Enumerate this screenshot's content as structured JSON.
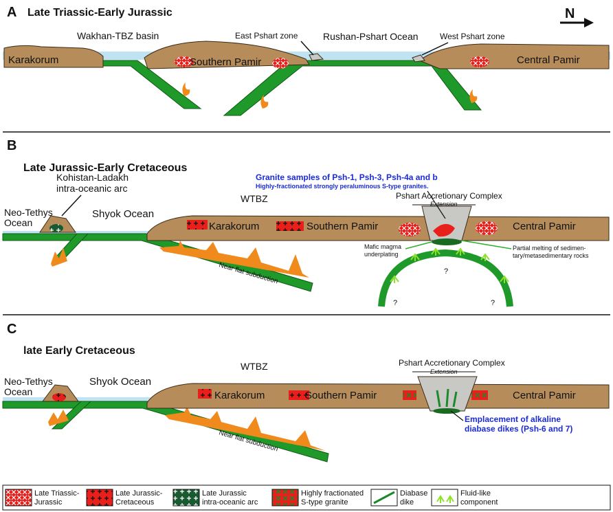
{
  "north_arrow": "N",
  "panels": {
    "a": {
      "letter": "A",
      "title": "Late Triassic-Early Jurassic",
      "labels": {
        "basin": "Wakhan-TBZ basin",
        "east_pshart": "East Pshart zone",
        "ocean": "Rushan-Pshart Ocean",
        "west_pshart": "West Pshart zone",
        "karakorum": "Karakorum",
        "southern_pamir": "Southern Pamir",
        "central_pamir": "Central Pamir"
      }
    },
    "b": {
      "letter": "B",
      "title": "Late Jurassic-Early Cretaceous",
      "labels": {
        "kohistan_1": "Kohistan-Ladakh",
        "kohistan_2": "intra-oceanic arc",
        "neo_tethys_1": "Neo-Tethys",
        "neo_tethys_2": "Ocean",
        "shyok": "Shyok Ocean",
        "wtbz": "WTBZ",
        "karakorum": "Karakorum",
        "southern_pamir": "Southern Pamir",
        "central_pamir": "Central Pamir",
        "granite_samples": "Granite samples of Psh-1, Psh-3, Psh-4a and b",
        "granite_desc": "Highly-fractionated strongly peraluminous S-type granites.",
        "pshart_complex": "Pshart Accretionary Complex",
        "extension": "Extension",
        "mafic_1": "Mafic magma",
        "mafic_2": "underplating",
        "partial_1": "Partial melting of sedimen-",
        "partial_2": "tary/metasedimentary rocks",
        "flat_subduction": "Near flat subduction",
        "q": "?"
      }
    },
    "c": {
      "letter": "C",
      "title": "late Early Cretaceous",
      "labels": {
        "neo_tethys_1": "Neo-Tethys",
        "neo_tethys_2": "Ocean",
        "shyok": "Shyok Ocean",
        "wtbz": "WTBZ",
        "karakorum": "Karakorum",
        "southern_pamir": "Southern Pamir",
        "central_pamir": "Central Pamir",
        "pshart_complex": "Pshart Accretionary Complex",
        "extension": "Extension",
        "emplacement_1": "Emplacement of alkaline",
        "emplacement_2": "diabase dikes (Psh-6 and  7)",
        "flat_subduction": "Near flat subduction"
      }
    }
  },
  "legend": [
    {
      "line1": "Late Triassic-",
      "line2": "Jurassic"
    },
    {
      "line1": "Late Jurassic-",
      "line2": "Cretaceous"
    },
    {
      "line1": "Late Jurassic",
      "line2": "intra-oceanic arc"
    },
    {
      "line1": "Highly fractionated",
      "line2": "S-type granite"
    },
    {
      "line1": "Diabase",
      "line2": "dike"
    },
    {
      "line1": "Fluid-like",
      "line2": "component"
    }
  ],
  "colors": {
    "crust": "#b58c5a",
    "slab": "#1f9a2a",
    "ocean": "#bfe3f2",
    "granite_red": "#e8201c",
    "arc_green": "#1a5a32",
    "melt_orange": "#f08a1c",
    "fluid_green": "#8ce32a",
    "accretionary_grey": "#c8c8c4",
    "text_blue": "#1a2bd6"
  }
}
